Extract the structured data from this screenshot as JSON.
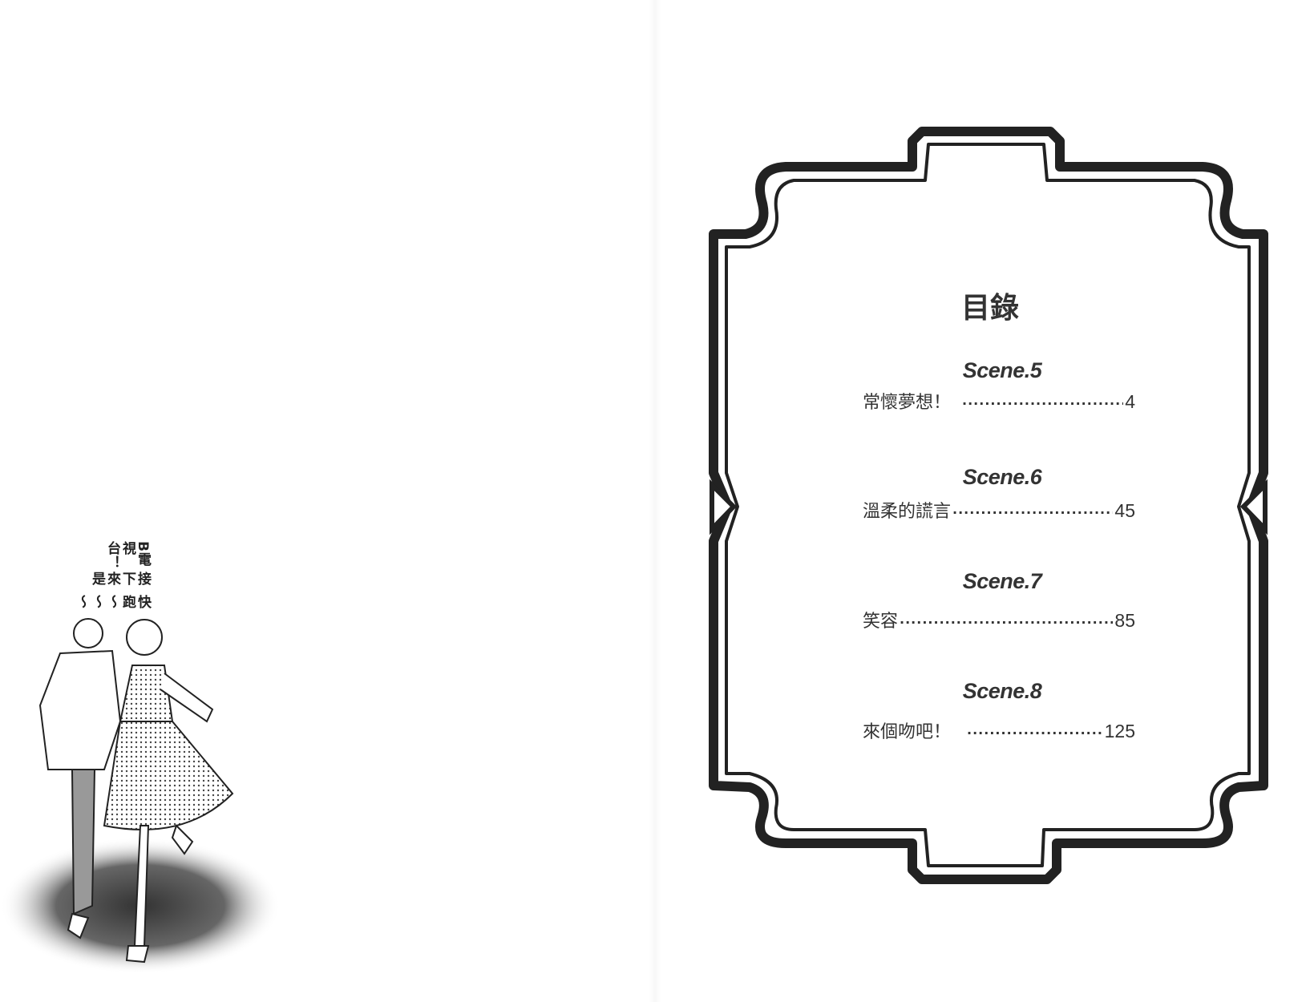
{
  "left_page": {
    "speech_text": [
      "快跑～～～",
      "接下來是",
      "B電視台！"
    ]
  },
  "toc": {
    "title": "目錄",
    "entries": [
      {
        "scene": "Scene.5",
        "chapter": "常懷夢想！",
        "page": "4"
      },
      {
        "scene": "Scene.6",
        "chapter": "溫柔的謊言",
        "page": "45"
      },
      {
        "scene": "Scene.7",
        "chapter": "笑容",
        "page": "85"
      },
      {
        "scene": "Scene.8",
        "chapter": "來個吻吧！",
        "page": "125"
      }
    ]
  }
}
